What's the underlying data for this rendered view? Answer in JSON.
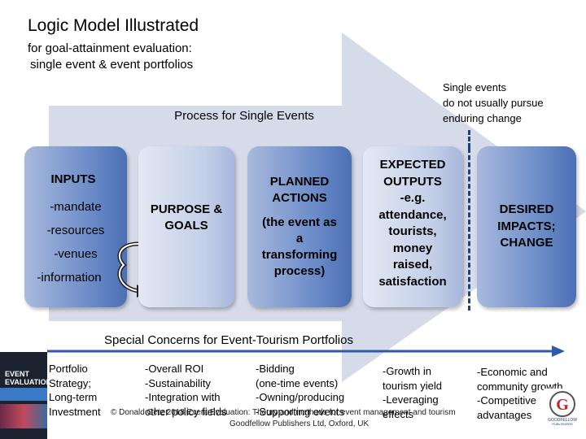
{
  "header": {
    "title": "Logic Model Illustrated",
    "subtitle_line1": "for goal-attainment evaluation:",
    "subtitle_line2": "single event & event portfolios"
  },
  "process_label": "Process for Single Events",
  "note_single_events": [
    "Single events",
    "do not usually pursue",
    "enduring change"
  ],
  "boxes": {
    "inputs": {
      "title": "INPUTS",
      "items": [
        "-mandate",
        "-resources",
        "-venues",
        "-information"
      ]
    },
    "purpose": {
      "lines": [
        "PURPOSE &",
        "GOALS"
      ]
    },
    "planned": {
      "lines": [
        "PLANNED",
        "ACTIONS",
        "",
        "(the event as",
        "a",
        "transforming",
        "process)"
      ]
    },
    "expected": {
      "lines": [
        "EXPECTED",
        "OUTPUTS",
        "-e.g.",
        "attendance,",
        "tourists,",
        "money",
        "raised,",
        "satisfaction"
      ]
    },
    "desired": {
      "lines": [
        "DESIRED",
        "IMPACTS;",
        "CHANGE"
      ]
    }
  },
  "feedback_icon": "circular-arrow-icon",
  "special_concerns_label": "Special Concerns for Event-Tourism Portfolios",
  "concerns": {
    "col1": [
      "Portfolio",
      "Strategy;",
      "Long-term",
      "Investment"
    ],
    "col2": [
      "-Overall ROI",
      "-Sustainability",
      "-Integration with",
      "other policy fields"
    ],
    "col3": [
      "-Bidding",
      "(one-time events)",
      "-Owning/producing",
      "-Supporting events"
    ],
    "col4": [
      "-Growth in",
      "tourism yield",
      "-Leveraging",
      "effects"
    ],
    "col5": [
      "-Economic and",
      "community growth",
      "-Competitive",
      "advantages"
    ]
  },
  "copyright_line1": "© Donald Getz 2018 Event Evaluation: Theory and methods for event management and tourism",
  "copyright_line2": "Goodfellow Publishers Ltd, Oxford, UK",
  "book": {
    "title_line1": "EVENT",
    "title_line2": "EVALUATION"
  },
  "logo": {
    "letter": "G",
    "name": "GOODFELLOW",
    "sub": "PUBLISHERS"
  },
  "colors": {
    "arrow": "#d6dbe9",
    "box_dark": "#6f8fca",
    "box_light": "#c3cfe8",
    "divider": "#1f3f7f",
    "timeline_arrow": "#2e5aa8"
  }
}
